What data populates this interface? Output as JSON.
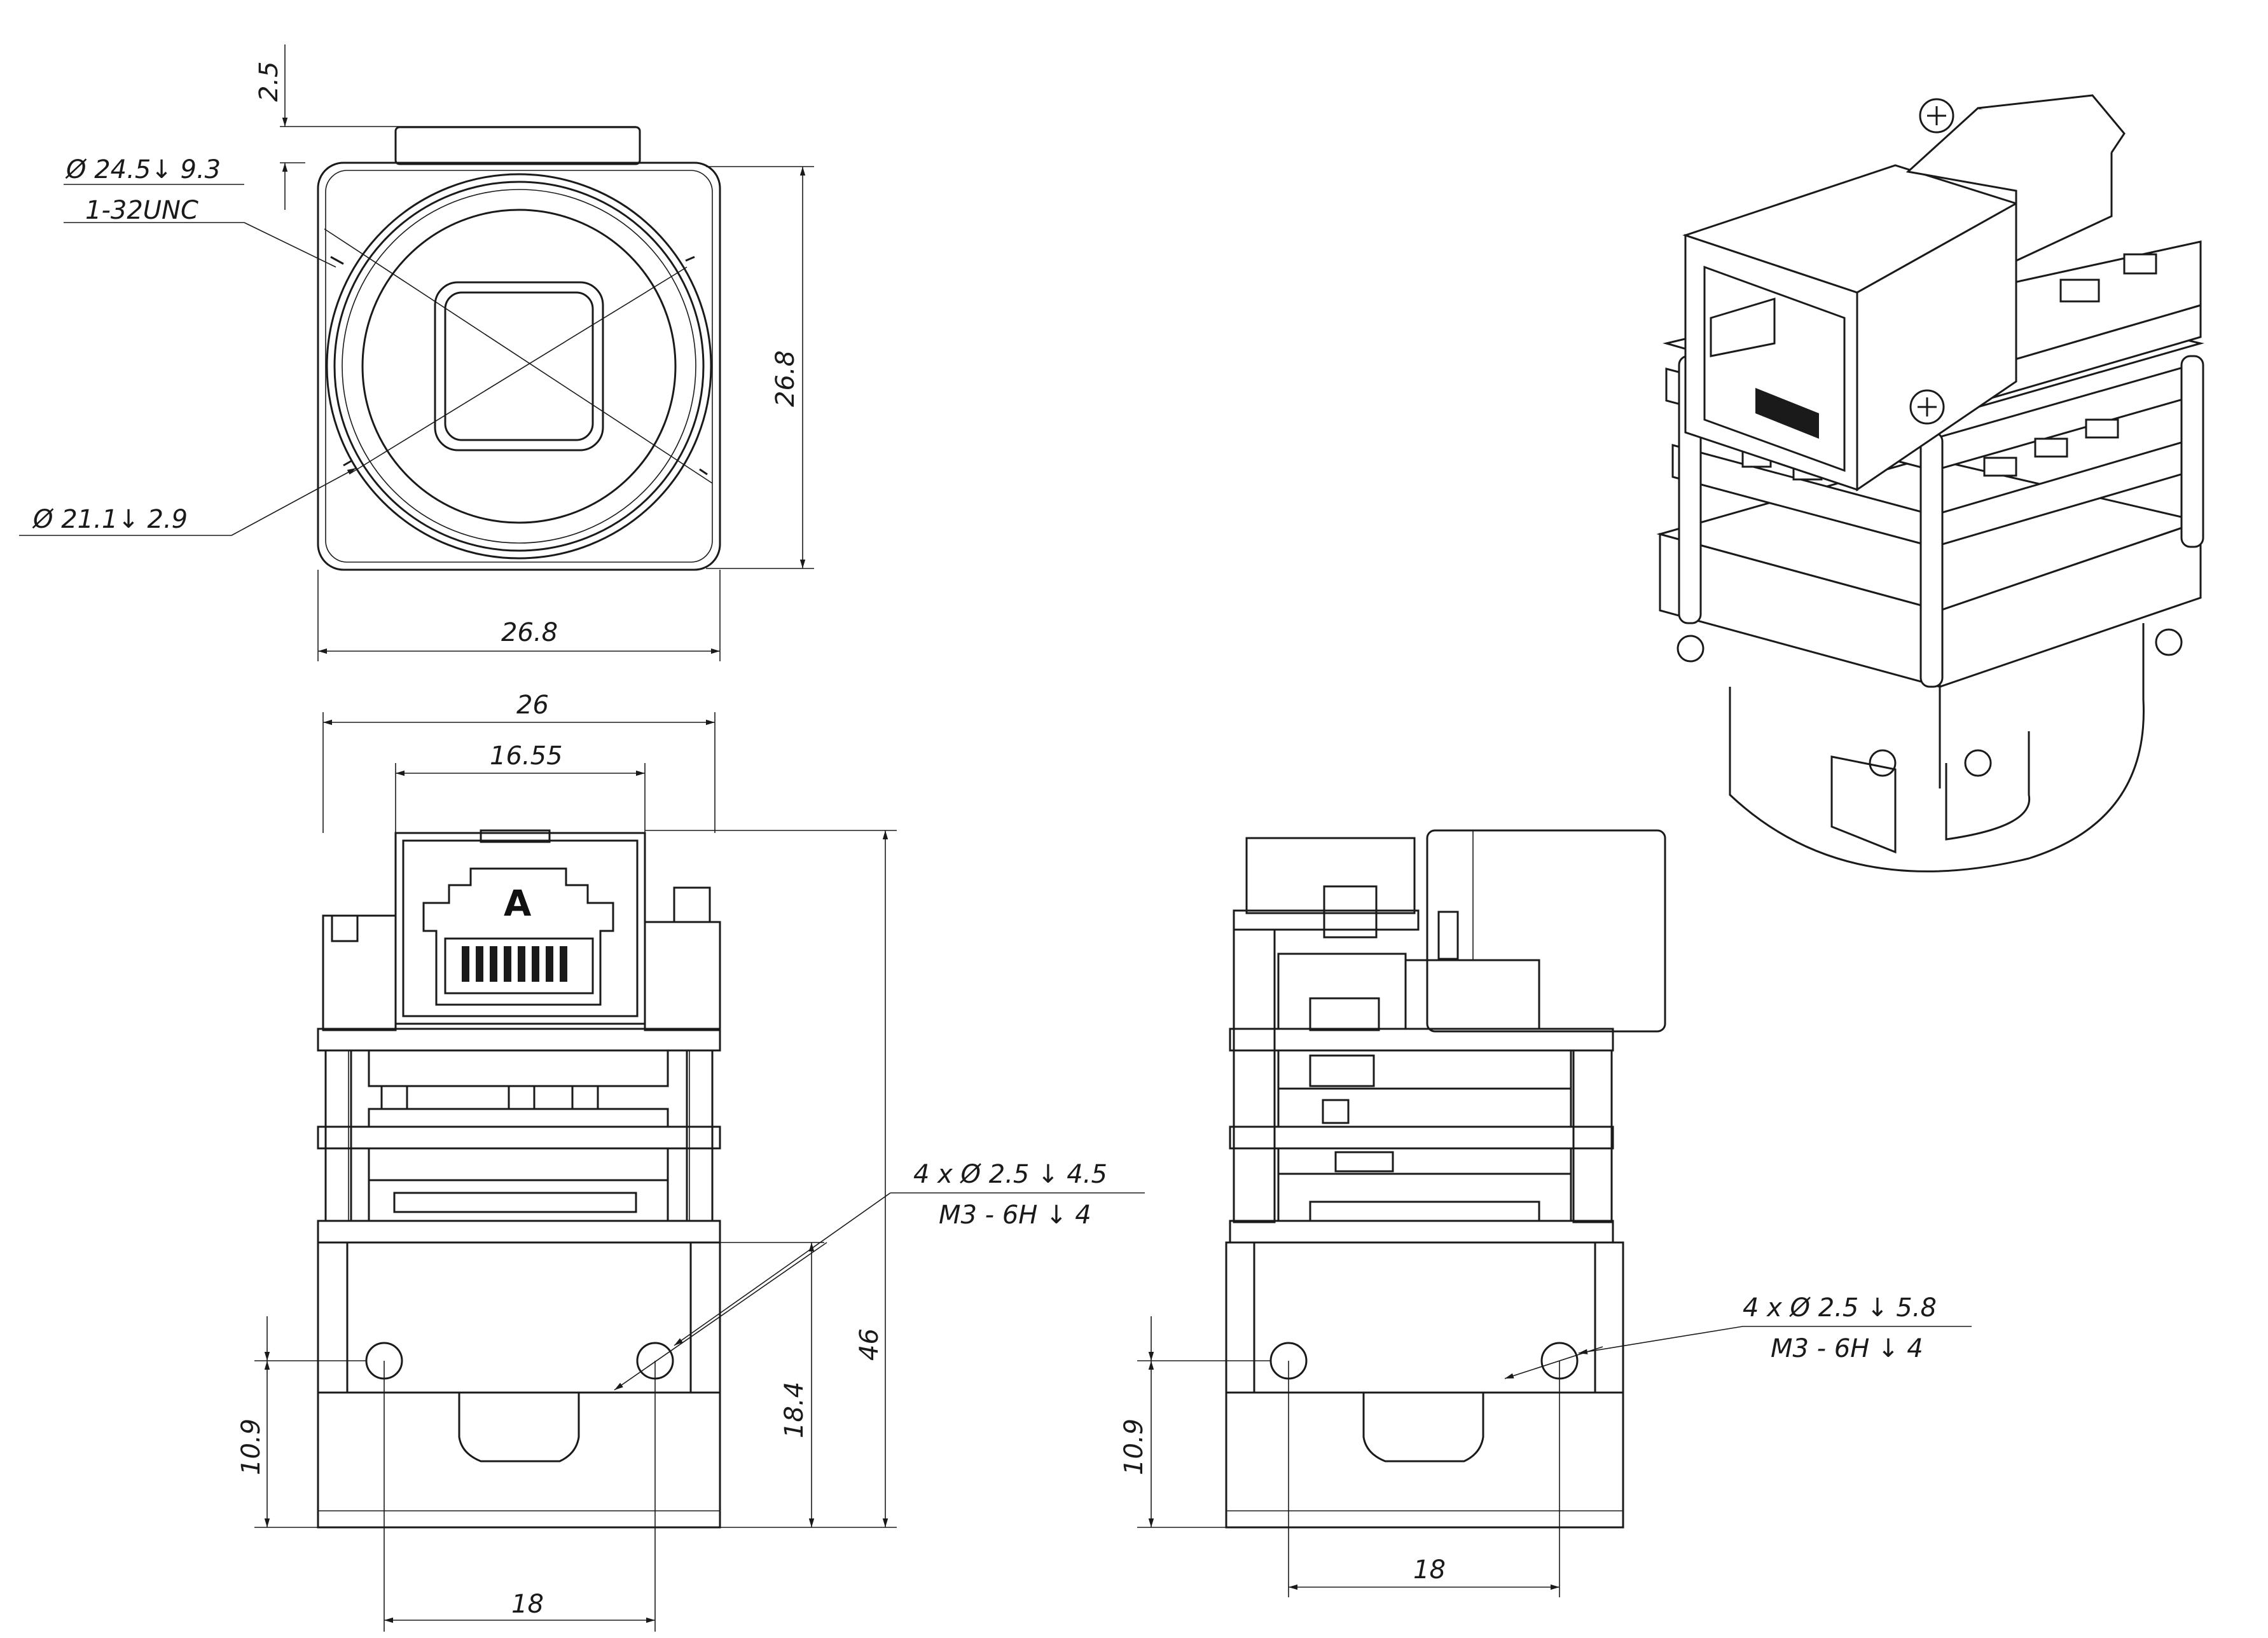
{
  "front_view": {
    "dim_top_offset": "2.5",
    "callout_thread_line1": "Ø 24.5↓ 9.3",
    "callout_thread_line2": "1-32UNC",
    "callout_inner": "Ø 21.1↓ 2.9",
    "dim_height": "26.8",
    "dim_width": "26.8"
  },
  "bottom_left_view": {
    "dim_width_total": "26",
    "dim_connector_width": "16.55",
    "callout_holes_line1": "4 x Ø  2.5 ↓  4.5",
    "callout_holes_line2": "M3 - 6H ↓  4",
    "dim_height_total": "46",
    "dim_hole_height": "18.4",
    "dim_hole_offset": "10.9",
    "dim_hole_spacing": "18",
    "connector_letter": "A"
  },
  "bottom_right_view": {
    "callout_holes_line1": "4 x Ø  2.5 ↓  5.8",
    "callout_holes_line2": "M3 - 6H ↓  4",
    "dim_hole_offset": "10.9",
    "dim_hole_spacing": "18"
  }
}
